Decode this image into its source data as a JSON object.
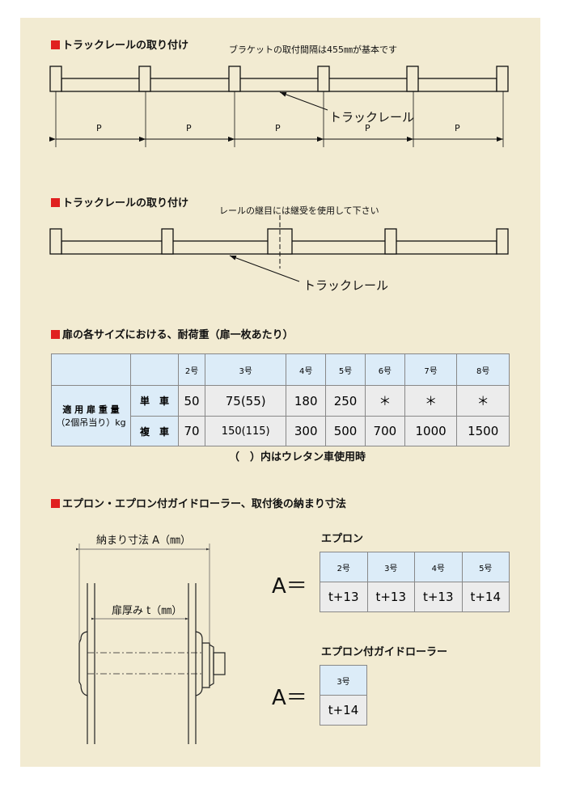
{
  "section1": {
    "title": "トラックレールの取り付け",
    "note": "ブラケットの取付間隔は455㎜が基本です",
    "rail_label": "トラックレール",
    "pitch_labels": [
      "P",
      "P",
      "P",
      "P",
      "P"
    ]
  },
  "section2": {
    "title": "トラックレールの取り付け",
    "note": "レールの継目には継受を使用して下さい",
    "rail_label": "トラックレール"
  },
  "section3": {
    "title": "扉の各サイズにおける、耐荷重（扉一枚あたり）",
    "headers": [
      "2号",
      "3号",
      "4号",
      "5号",
      "6号",
      "7号",
      "8号"
    ],
    "row_label": [
      "適 用 扉 重 量",
      "（2個吊当り）kg"
    ],
    "rows": [
      {
        "label": "単　車",
        "values": [
          "50",
          "75(55)",
          "180",
          "250",
          "＊",
          "＊",
          "＊"
        ]
      },
      {
        "label": "複　車",
        "values": [
          "70",
          "150(115)",
          "300",
          "500",
          "700",
          "1000",
          "1500"
        ]
      }
    ],
    "note": "（　）内はウレタン車使用時"
  },
  "section4": {
    "title": "エプロン・エプロン付ガイドローラー、取付後の納まり寸法",
    "dim_a": "納まり寸法 A（㎜）",
    "dim_t": "扉厚み t（㎜）",
    "apron": {
      "title": "エプロン",
      "formula": "A＝",
      "headers": [
        "2号",
        "3号",
        "4号",
        "5号"
      ],
      "values": [
        "t+13",
        "t+13",
        "t+13",
        "t+14"
      ]
    },
    "guide": {
      "title": "エプロン付ガイドローラー",
      "formula": "A＝",
      "headers": [
        "3号"
      ],
      "values": [
        "t+14"
      ]
    }
  }
}
